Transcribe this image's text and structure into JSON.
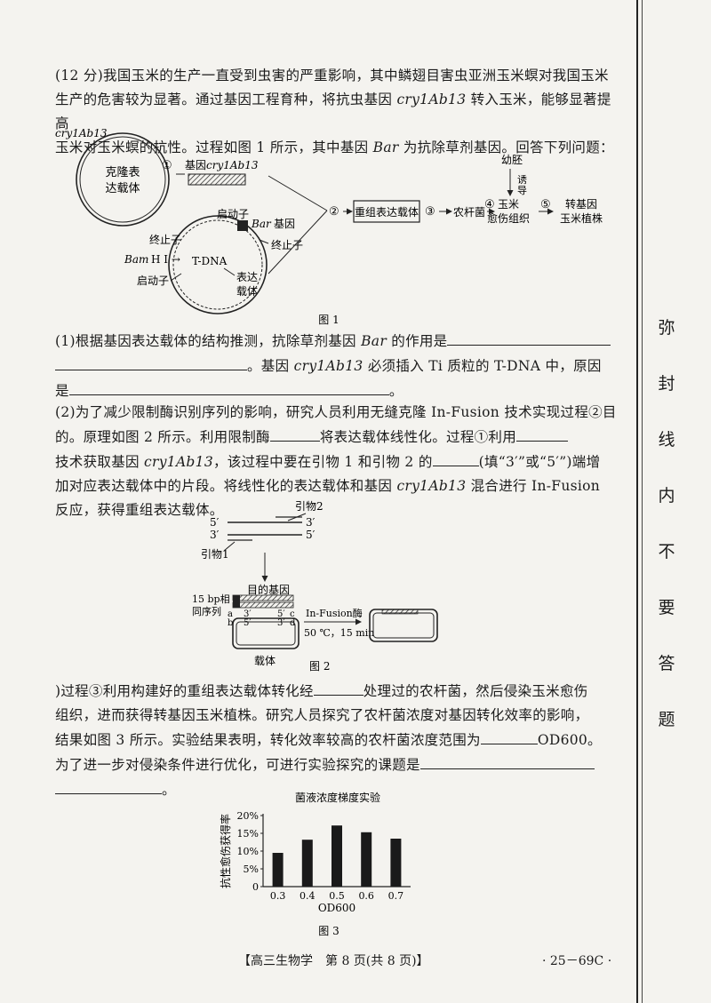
{
  "header_paragraph": {
    "line1_a": "(12 分)我国玉米的生产一直受到虫害的严重影响，其中鳞翅目害虫亚洲玉米螟对我国玉米",
    "line2_a": "生产的危害较为显著。通过基因工程育种，将抗虫基因 ",
    "line2_gene": "cry1Ab13",
    "line2_b": " 转入玉米，能够显著提高",
    "line3_a": "玉米对玉米螟的抗性。过程如图 1 所示，其中基因 ",
    "line3_gene": "Bar",
    "line3_b": " 为抗除草剂基因。回答下列问题："
  },
  "fig1": {
    "gene_top_label": "cry1Ab13",
    "cloning_vector": "克隆表达载体",
    "cloning_vector_l1": "克隆表",
    "cloning_vector_l2": "达载体",
    "step1": "①",
    "gene_label_pre": "基因",
    "gene_label_italic": "cry1Ab13",
    "promoter_top": "启动子",
    "bar_gene_italic": "Bar",
    "bar_gene_suffix": "基因",
    "terminator_left": "终止子",
    "terminator_right": "终止子",
    "bamhi_italic": "Bam",
    "bamhi_suffix": "H I →",
    "tdna": "T-DNA",
    "expr_vector_l1": "表达",
    "expr_vector_l2": "载体",
    "promoter_bottom": "启动子",
    "step2": "②",
    "recombinant": "重组表达载体",
    "step3": "③",
    "agro": "农杆菌",
    "step4": "④",
    "corn_callus_l1": "玉米",
    "corn_callus_l2": "愈伤组织",
    "step5": "⑤",
    "transgenic_l1": "转基因",
    "transgenic_l2": "玉米植株",
    "embryo": "幼胚",
    "induce_l1": "诱",
    "induce_l2": "导",
    "caption": "图 1"
  },
  "q1": {
    "a": "(1)根据基因表达载体的结构推测，抗除草剂基因 ",
    "gene": "Bar",
    "b": " 的作用是",
    "c": "。基因 ",
    "gene2": "cry1Ab13",
    "d": " 必须插入 Ti 质粒的 T-DNA 中，原因",
    "e": "是",
    "f": "。"
  },
  "q2": {
    "l1": "(2)为了减少限制酶识别序列的影响，研究人员利用无缝克隆 In-Fusion 技术实现过程②目",
    "l2a": "的。原理如图 2 所示。利用限制酶",
    "l2b": "将表达载体线性化。过程①利用",
    "l3a": "技术获取基因 ",
    "l3gene": "cry1Ab13",
    "l3b": "，该过程中要在引物 1 和引物 2 的",
    "l3c": "(填“3′”或“5′”)端增",
    "l4a": "加对应表达载体中的片段。将线性化的表达载体和基因 ",
    "l4gene": "cry1Ab13",
    "l4b": " 混合进行 In-Fusion",
    "l5": "反应，获得重组表达载体。"
  },
  "fig2": {
    "primer2": "引物2",
    "primer1": "引物1",
    "five_prime": "5′",
    "three_prime": "3′",
    "target_gene": "目的基因",
    "homology_l1": "15 bp相",
    "homology_l2": "同序列",
    "a": "a",
    "b": "b",
    "c": "c",
    "d": "d",
    "enzyme": "In-Fusion酶",
    "condition": "50 ℃，15 min",
    "vector": "载体",
    "caption": "图 2"
  },
  "q3": {
    "l1a": ")过程③利用构建好的重组表达载体转化经",
    "l1b": "处理过的农杆菌，然后侵染玉米愈伤",
    "l2": "组织，进而获得转基因玉米植株。研究人员探究了农杆菌浓度对基因转化效率的影响，",
    "l3a": "结果如图 3 所示。实验结果表明，转化效率较高的农杆菌浓度范围为",
    "l3b": "OD600。",
    "l4": "为了进一步对侵染条件进行优化，可进行实验探究的课题是",
    "l5": "。"
  },
  "side_text": [
    "弥",
    "封",
    "线",
    "内",
    "不",
    "要",
    "答",
    "题"
  ],
  "footer": {
    "center": "【高三生物学　第 8 页(共 8 页)】",
    "right": "· 25－69C ·"
  },
  "chart_data": {
    "type": "bar",
    "title": "菌液浓度梯度实验",
    "xlabel": "OD600",
    "ylabel": "抗性愈伤获得率",
    "categories": [
      "0.3",
      "0.4",
      "0.5",
      "0.6",
      "0.7"
    ],
    "values": [
      9.5,
      13.2,
      17.2,
      15.3,
      13.5
    ],
    "ylim": [
      0,
      20
    ],
    "yticks": [
      "0",
      "5%",
      "10%",
      "15%",
      "20%"
    ],
    "ytick_values": [
      0,
      5,
      10,
      15,
      20
    ],
    "caption": "图 3"
  }
}
